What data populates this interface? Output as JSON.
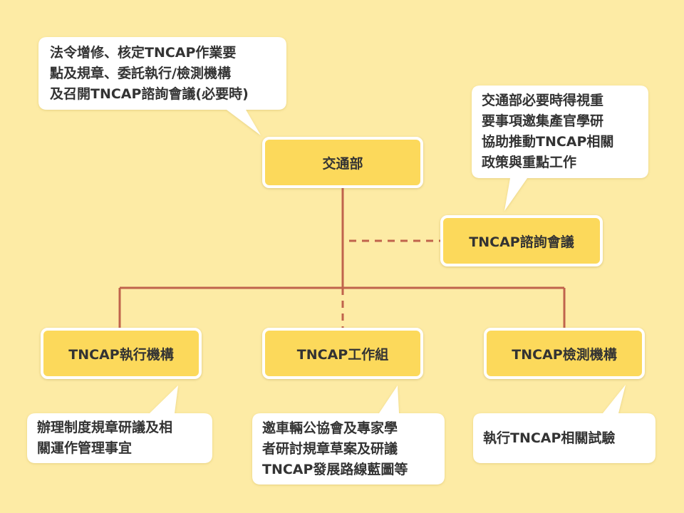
{
  "colors": {
    "background": "#fdeba5",
    "node_fill": "#fcd95b",
    "connector": "#c0634c",
    "bubble_fill": "#ffffff",
    "text": "#333333"
  },
  "nodes": {
    "moc": "交通部",
    "advisory": "TNCAP諮詢會議",
    "executing": "TNCAP執行機構",
    "working_group": "TNCAP工作組",
    "testing": "TNCAP檢測機構"
  },
  "callouts": {
    "moc": "法令增修、核定TNCAP作業要\n點及規章、委託執行/檢測機構\n及召開TNCAP諮詢會議(必要時)",
    "advisory": "交通部必要時得視重\n要事項邀集產官學研\n協助推動TNCAP相關\n政策與重點工作",
    "executing": "辦理制度規章研議及相\n關運作管理事宜",
    "working_group": "邀車輛公協會及專家學\n者研討規章草案及研議\nTNCAP發展路線藍圖等",
    "testing": "執行TNCAP相關試驗"
  }
}
